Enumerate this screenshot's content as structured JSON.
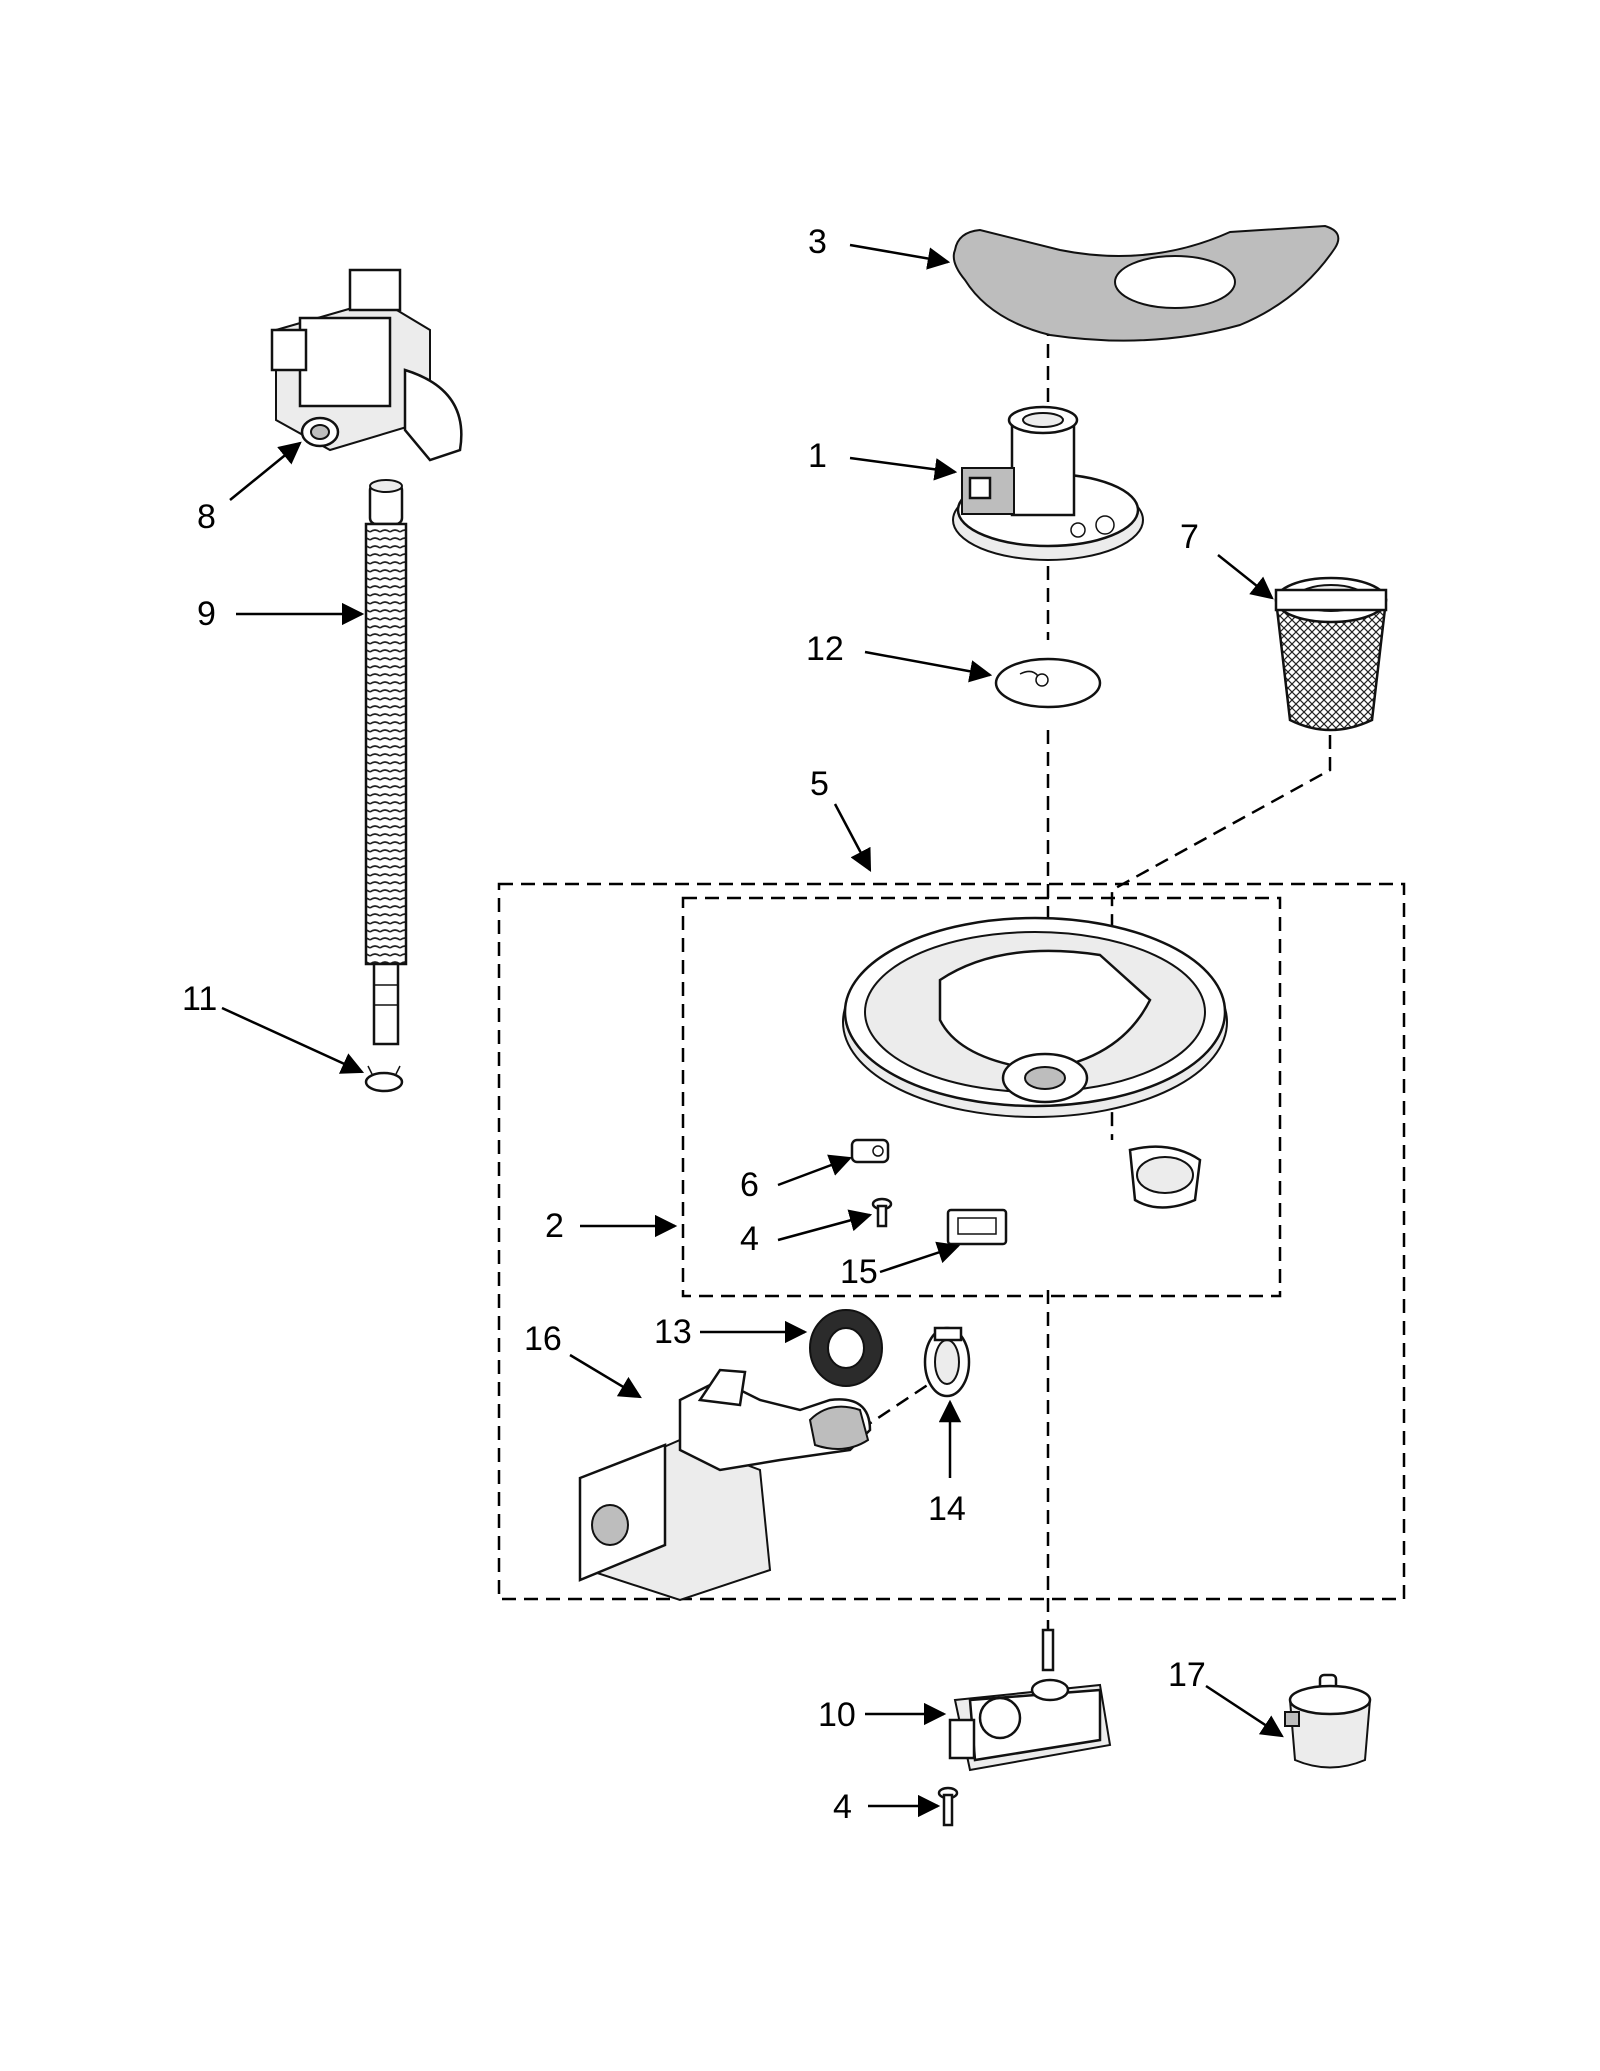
{
  "callouts": {
    "c1": "1",
    "c2": "2",
    "c3": "3",
    "c4a": "4",
    "c4b": "4",
    "c5": "5",
    "c6": "6",
    "c7": "7",
    "c8": "8",
    "c9": "9",
    "c10": "10",
    "c11": "11",
    "c12": "12",
    "c13": "13",
    "c14": "14",
    "c15": "15",
    "c16": "16",
    "c17": "17"
  }
}
